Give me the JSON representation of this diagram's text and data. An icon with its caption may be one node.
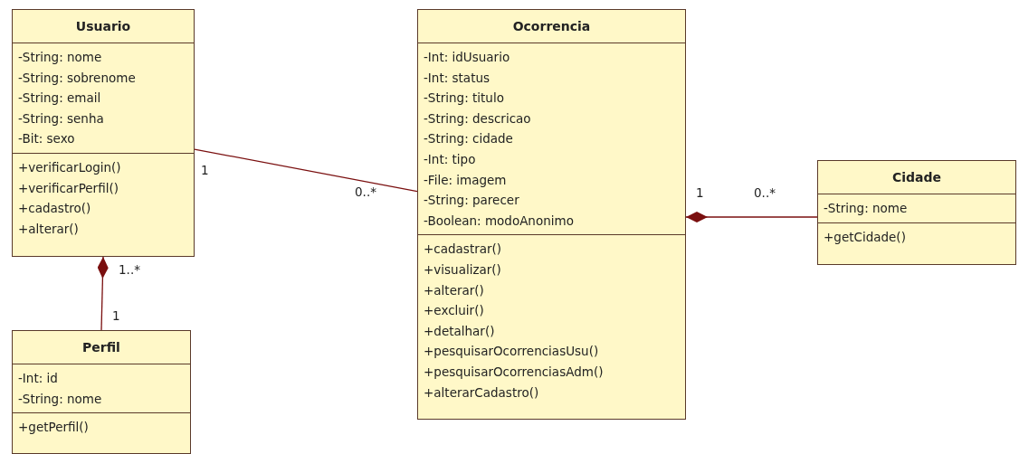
{
  "diagram": {
    "nodes": [
      {
        "text": [
          "Usuario",
          "-String: nome",
          "-String: sobrenome",
          "-String: email",
          "-String: senha",
          "-Bit: sexo",
          "+verificarLogin()",
          "+verificarPerfil()",
          "+cadastro()",
          "+alterar()"
        ]
      },
      {
        "text": [
          "Ocorrencia",
          "-Int: idUsuario",
          "-Int: status",
          "-String: titulo",
          "-String: descricao",
          "-String: cidade",
          "-Int: tipo",
          "-File: imagem",
          "-String: parecer",
          "-Boolean: modoAnonimo",
          "+cadastrar()",
          "+visualizar()",
          "+alterar()",
          "+excluir()",
          "+detalhar()",
          "+pesquisarOcorrenciasUsu()",
          "+pesquisarOcorrenciasAdm()",
          "+alterarCadastro()"
        ]
      },
      {
        "text": [
          "Cidade",
          "-String: nome",
          "+getCidade()"
        ]
      },
      {
        "text": [
          "Perfil",
          "-Int: id",
          "-String: nome",
          "+getPerfil()"
        ]
      }
    ],
    "edges": [
      {
        "from": 0,
        "to": 1,
        "arrow": "none"
      },
      {
        "from": 1,
        "to": 2,
        "arrow": "other"
      },
      {
        "from": 0,
        "to": 3,
        "arrow": "other"
      }
    ],
    "labels": [
      "1",
      "0..*",
      "1",
      "0..*",
      "1..*",
      "1"
    ]
  }
}
